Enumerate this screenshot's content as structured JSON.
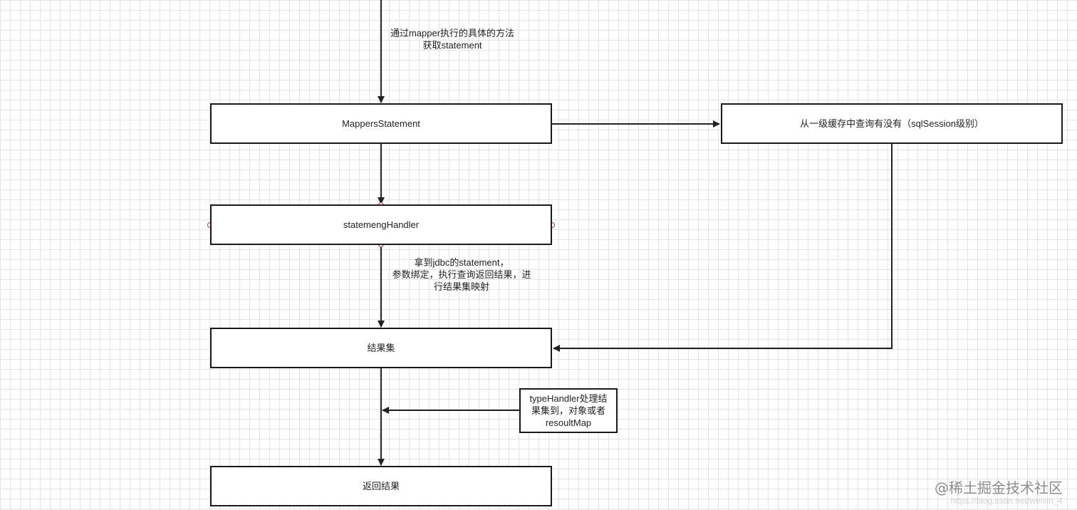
{
  "diagram": {
    "nodes": {
      "mappers_statement": "MappersStatement",
      "first_level_cache": "从一级缓存中查询有没有（sqlSession级别）",
      "statement_handler": "statemengHandler",
      "result_set": "结果集",
      "type_handler_note": [
        "typeHandler处理结",
        "果集到，对象或者",
        "resoultMap"
      ],
      "return_result": "返回结果"
    },
    "edge_labels": {
      "get_statement": [
        "通过mapper执行的具体的方法",
        "获取statement"
      ],
      "jdbc_statement": [
        "拿到jdbc的statement，",
        "参数绑定，执行查询返回结果，进",
        "行结果集映射"
      ]
    }
  },
  "watermark": {
    "main": "@稀土掘金技术社区",
    "faint": "https://blog.csdn.net/weixin_4"
  },
  "colors": {
    "line": "#222222",
    "border": "#1a1a1a",
    "connection_point": "#b85450",
    "grid": "#e3e3e3"
  }
}
